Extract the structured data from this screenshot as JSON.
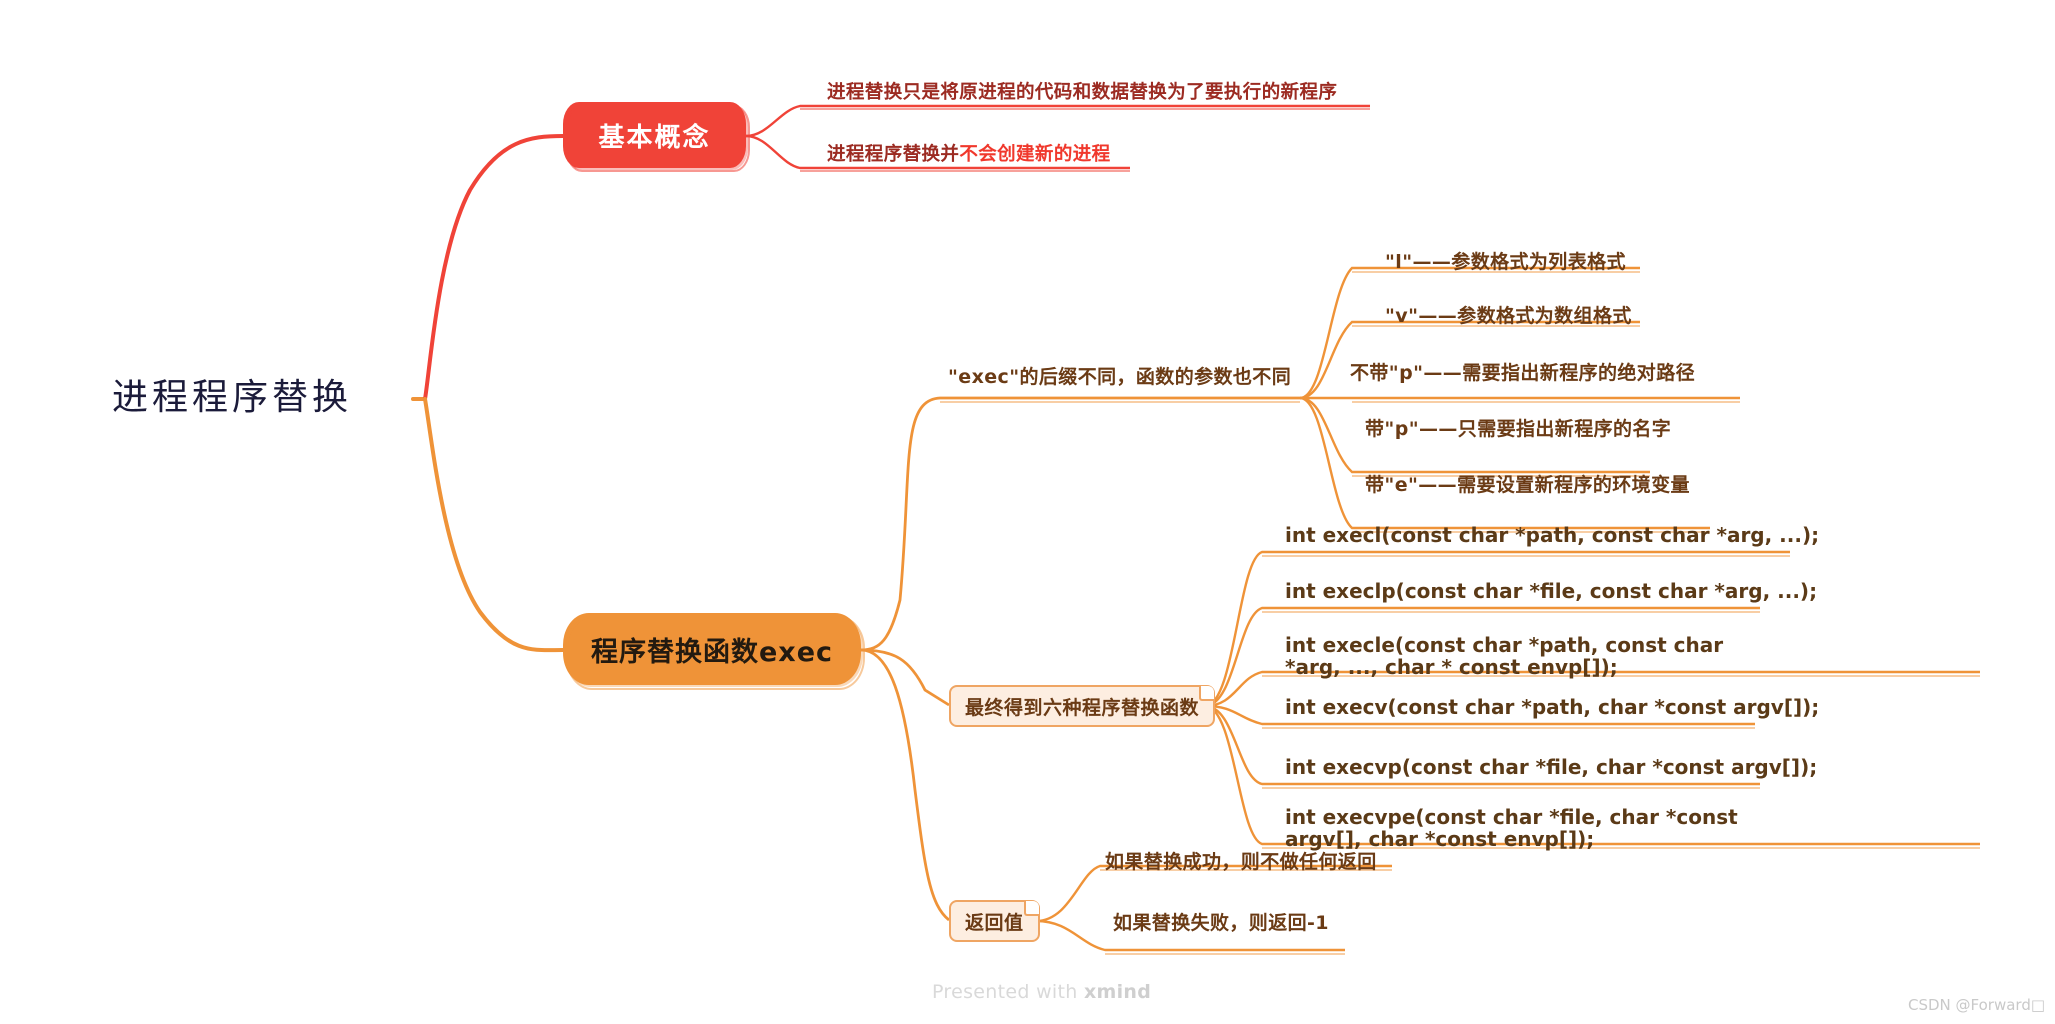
{
  "app": {
    "watermark_tool_prefix": "Presented with ",
    "watermark_tool_name": "xmind",
    "watermark_author": "CSDN @Forward□"
  },
  "colors": {
    "root_text": "#1b1b3a",
    "branch_red": "#f04338",
    "branch_orange": "#ef9338",
    "leaf_red_dark": "#9c2b22",
    "leaf_red_bright": "#f0382c",
    "leaf_brown": "#6b3b15",
    "tag_fill": "#fdeee1",
    "tag_border": "#efa563",
    "background": "#ffffff"
  },
  "mindmap": {
    "type": "mindmap",
    "root": {
      "label": "进程程序替换"
    },
    "branches": [
      {
        "id": "basic-concept",
        "label": "基本概念",
        "accent": "#f04338",
        "children": [
          {
            "text": "进程替换只是将原进程的代码和数据替换为了要执行的新程序"
          },
          {
            "text_prefix": "进程程序替换并",
            "text_highlight": "不会创建新的进程"
          }
        ]
      },
      {
        "id": "exec-functions",
        "label": "程序替换函数exec",
        "accent": "#ef9338",
        "children": [
          {
            "id": "suffix-rules",
            "label": "\"exec\"的后缀不同，函数的参数也不同",
            "items": [
              "\"l\"——参数格式为列表格式",
              "\"v\"——参数格式为数组格式",
              "不带\"p\"——需要指出新程序的绝对路径",
              "带\"p\"——只需要指出新程序的名字",
              "带\"e\"——需要设置新程序的环境变量"
            ]
          },
          {
            "id": "six-functions",
            "label": "最终得到六种程序替换函数",
            "items": [
              "int execl(const char *path, const char *arg, ...);",
              "int execlp(const char *file, const char *arg, ...);",
              "int execle(const char *path, const char *arg, ..., char * const envp[]);",
              "int execv(const char *path, char *const argv[]);",
              "int execvp(const char *file, char *const argv[]);",
              "int execvpe(const char *file, char *const argv[], char *const envp[]);"
            ]
          },
          {
            "id": "return-value",
            "label": "返回值",
            "items": [
              "如果替换成功，则不做任何返回",
              "如果替换失败，则返回-1"
            ]
          }
        ]
      }
    ]
  }
}
